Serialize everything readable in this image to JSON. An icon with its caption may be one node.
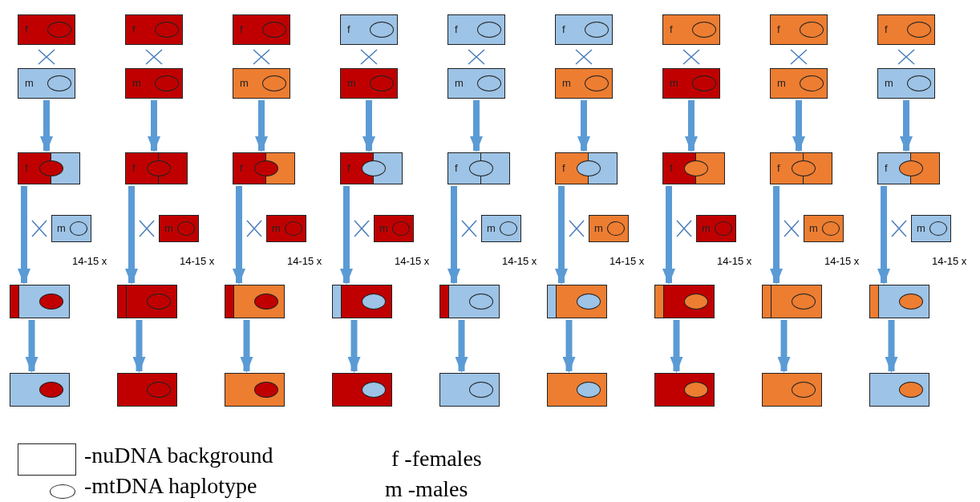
{
  "diagram": {
    "nodes": [
      {
        "text": [
          "f"
        ]
      },
      {
        "text": [
          "m"
        ]
      },
      {
        "text": [
          "f"
        ]
      },
      {
        "text": [
          "m"
        ]
      },
      {
        "text": [],
        "shape": "box"
      },
      {
        "text": [],
        "shape": "box"
      },
      {
        "text": [
          "f"
        ]
      },
      {
        "text": [
          "m"
        ]
      },
      {
        "text": [
          "f"
        ]
      },
      {
        "text": [
          "m"
        ]
      },
      {
        "text": [],
        "shape": "box"
      },
      {
        "text": [],
        "shape": "box"
      },
      {
        "text": [
          "f"
        ]
      },
      {
        "text": [
          "m"
        ]
      },
      {
        "text": [
          "f"
        ]
      },
      {
        "text": [
          "m"
        ]
      },
      {
        "text": [],
        "shape": "box"
      },
      {
        "text": [],
        "shape": "box"
      },
      {
        "text": [
          "f"
        ]
      },
      {
        "text": [
          "m"
        ]
      },
      {
        "text": [
          "f"
        ]
      },
      {
        "text": [
          "m"
        ]
      },
      {
        "text": [],
        "shape": "box"
      },
      {
        "text": [],
        "shape": "box"
      },
      {
        "text": [
          "f"
        ]
      },
      {
        "text": [
          "m"
        ]
      },
      {
        "text": [
          "f"
        ]
      },
      {
        "text": [
          "m"
        ]
      },
      {
        "text": [],
        "shape": "box"
      },
      {
        "text": [],
        "shape": "box"
      },
      {
        "text": [
          "f"
        ]
      },
      {
        "text": [
          "m"
        ]
      },
      {
        "text": [
          "f"
        ]
      },
      {
        "text": [
          "m"
        ]
      },
      {
        "text": [],
        "shape": "box"
      },
      {
        "text": [],
        "shape": "box"
      },
      {
        "text": [
          "f"
        ]
      },
      {
        "text": [
          "m"
        ]
      },
      {
        "text": [
          "f"
        ]
      },
      {
        "text": [
          "m"
        ]
      },
      {
        "text": [],
        "shape": "box"
      },
      {
        "text": [],
        "shape": "box"
      },
      {
        "text": [
          "f"
        ]
      },
      {
        "text": [
          "m"
        ]
      },
      {
        "text": [
          "f"
        ]
      },
      {
        "text": [
          "m"
        ]
      },
      {
        "text": [],
        "shape": "box"
      },
      {
        "text": [],
        "shape": "box"
      },
      {
        "text": [
          "f"
        ]
      },
      {
        "text": [
          "m"
        ]
      },
      {
        "text": [
          "f"
        ]
      },
      {
        "text": [
          "m"
        ]
      },
      {
        "text": [],
        "shape": "box"
      },
      {
        "text": [],
        "shape": "box"
      }
    ],
    "edges": [
      {
        "from": 1,
        "to": 2,
        "arrow": "to"
      },
      {
        "from": 2,
        "to": 4,
        "arrow": "to"
      },
      {
        "from": 4,
        "to": 5,
        "arrow": "to"
      },
      {
        "from": 7,
        "to": 8,
        "arrow": "to"
      },
      {
        "from": 8,
        "to": 10,
        "arrow": "to"
      },
      {
        "from": 10,
        "to": 11,
        "arrow": "to"
      },
      {
        "from": 13,
        "to": 14,
        "arrow": "to"
      },
      {
        "from": 14,
        "to": 16,
        "arrow": "to"
      },
      {
        "from": 16,
        "to": 17,
        "arrow": "to"
      },
      {
        "from": 19,
        "to": 20,
        "arrow": "to"
      },
      {
        "from": 20,
        "to": 22,
        "arrow": "to"
      },
      {
        "from": 22,
        "to": 23,
        "arrow": "to"
      },
      {
        "from": 25,
        "to": 26,
        "arrow": "to"
      },
      {
        "from": 26,
        "to": 28,
        "arrow": "to"
      },
      {
        "from": 28,
        "to": 29,
        "arrow": "to"
      },
      {
        "from": 31,
        "to": 32,
        "arrow": "to"
      },
      {
        "from": 32,
        "to": 34,
        "arrow": "to"
      },
      {
        "from": 34,
        "to": 35,
        "arrow": "to"
      },
      {
        "from": 37,
        "to": 38,
        "arrow": "to"
      },
      {
        "from": 38,
        "to": 40,
        "arrow": "to"
      },
      {
        "from": 40,
        "to": 41,
        "arrow": "to"
      },
      {
        "from": 43,
        "to": 44,
        "arrow": "to"
      },
      {
        "from": 44,
        "to": 46,
        "arrow": "to"
      },
      {
        "from": 46,
        "to": 47,
        "arrow": "to"
      },
      {
        "from": 49,
        "to": 50,
        "arrow": "to"
      },
      {
        "from": 50,
        "to": 52,
        "arrow": "to"
      },
      {
        "from": 52,
        "to": 53,
        "arrow": "to"
      }
    ],
    "labels": [
      "14-15 x",
      "14-15 x",
      "14-15 x",
      "14-15 x",
      "14-15 x",
      "14-15 x",
      "14-15 x",
      "14-15 x",
      "14-15 x",
      "f -females",
      "m -males"
    ],
    "legend": [
      {
        "text": "-nuDNA background"
      },
      {
        "text": "-mtDNA haplotype"
      }
    ]
  }
}
